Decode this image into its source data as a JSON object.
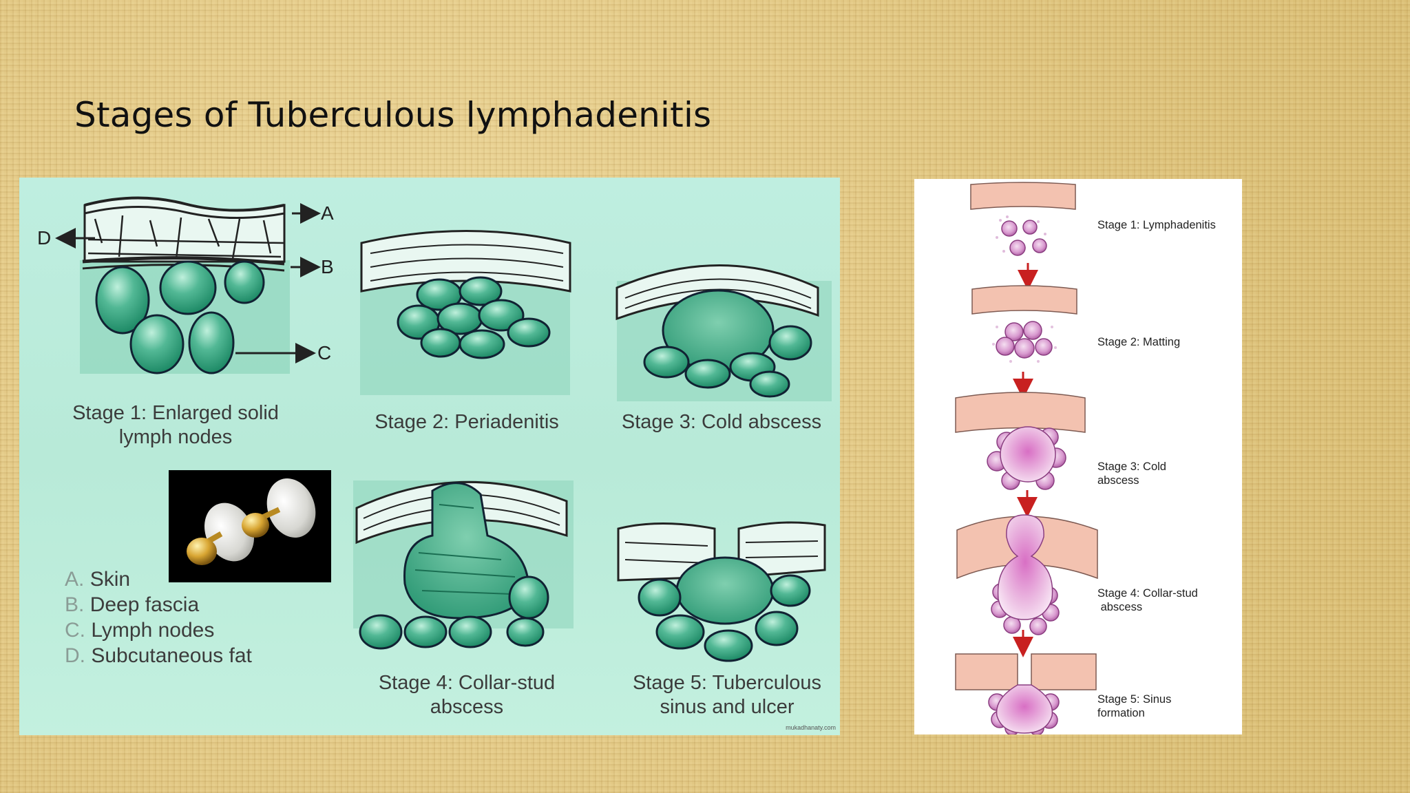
{
  "slide": {
    "title": "Stages of Tuberculous lymphadenitis"
  },
  "left_figure": {
    "labels": {
      "a": "A",
      "b": "B",
      "c": "C",
      "d": "D"
    },
    "stage1": {
      "line1": "Stage 1: Enlarged solid",
      "line2": "lymph nodes"
    },
    "stage2": "Stage 2: Periadenitis",
    "stage3": "Stage 3: Cold abscess",
    "stage4": {
      "line1": "Stage 4: Collar-stud",
      "line2": "abscess"
    },
    "stage5": {
      "line1": "Stage 5: Tuberculous",
      "line2": "sinus and ulcer"
    },
    "legend": [
      {
        "letter": "A.",
        "text": "Skin"
      },
      {
        "letter": "B.",
        "text": "Deep fascia"
      },
      {
        "letter": "C.",
        "text": "Lymph nodes"
      },
      {
        "letter": "D.",
        "text": "Subcutaneous fat"
      }
    ],
    "watermark": "mukadhanaty.com"
  },
  "right_figure": {
    "stages": [
      {
        "line1": "Stage 1:  Lymphadenitis",
        "line2": ""
      },
      {
        "line1": "Stage 2: Matting",
        "line2": ""
      },
      {
        "line1": "Stage 3: Cold",
        "line2": "abscess"
      },
      {
        "line1": "Stage 4: Collar-stud",
        "line2": " abscess"
      },
      {
        "line1": "Stage 5: Sinus",
        "line2": "formation"
      }
    ]
  },
  "colors": {
    "node_green": "#3fae8b",
    "panel_mint": "#bdecdc",
    "tissue_pink": "#f3c2b0",
    "node_pink": "#cf8cc6",
    "arrow_red": "#c82020"
  }
}
